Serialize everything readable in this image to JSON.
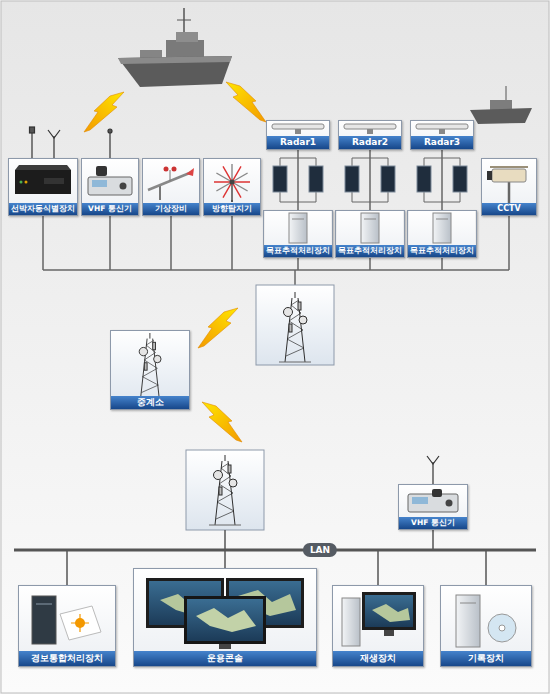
{
  "diagram": {
    "nodes": [
      {
        "text": [
          "선박자동식별장치"
        ]
      },
      {
        "text": [
          "VHF 통신기"
        ]
      },
      {
        "text": [
          "기상장비"
        ]
      },
      {
        "text": [
          "방향탐지기"
        ]
      },
      {
        "text": [
          "Radar1"
        ]
      },
      {
        "text": [
          "Radar2"
        ]
      },
      {
        "text": [
          "Radar3"
        ]
      },
      {
        "text": [
          "CCTV"
        ]
      },
      {
        "text": [
          "목표추적처리장치"
        ]
      },
      {
        "text": [
          "목표추적처리장치"
        ]
      },
      {
        "text": [
          "목표추적처리장치"
        ]
      },
      {
        "text": [
          "중계소"
        ]
      },
      {
        "text": [
          "VHF 통신기"
        ]
      },
      {
        "text": [
          "경보통합처리장치"
        ]
      },
      {
        "text": [
          "운용콘솔"
        ]
      },
      {
        "text": [
          "재생장치"
        ]
      },
      {
        "text": [
          "기록장치"
        ]
      }
    ],
    "edges": [
      {
        "from": 4,
        "to": 8,
        "arrow": "none"
      },
      {
        "from": 5,
        "to": 9,
        "arrow": "none"
      },
      {
        "from": 6,
        "to": 10,
        "arrow": "none"
      }
    ],
    "labels": [
      "LAN"
    ]
  }
}
